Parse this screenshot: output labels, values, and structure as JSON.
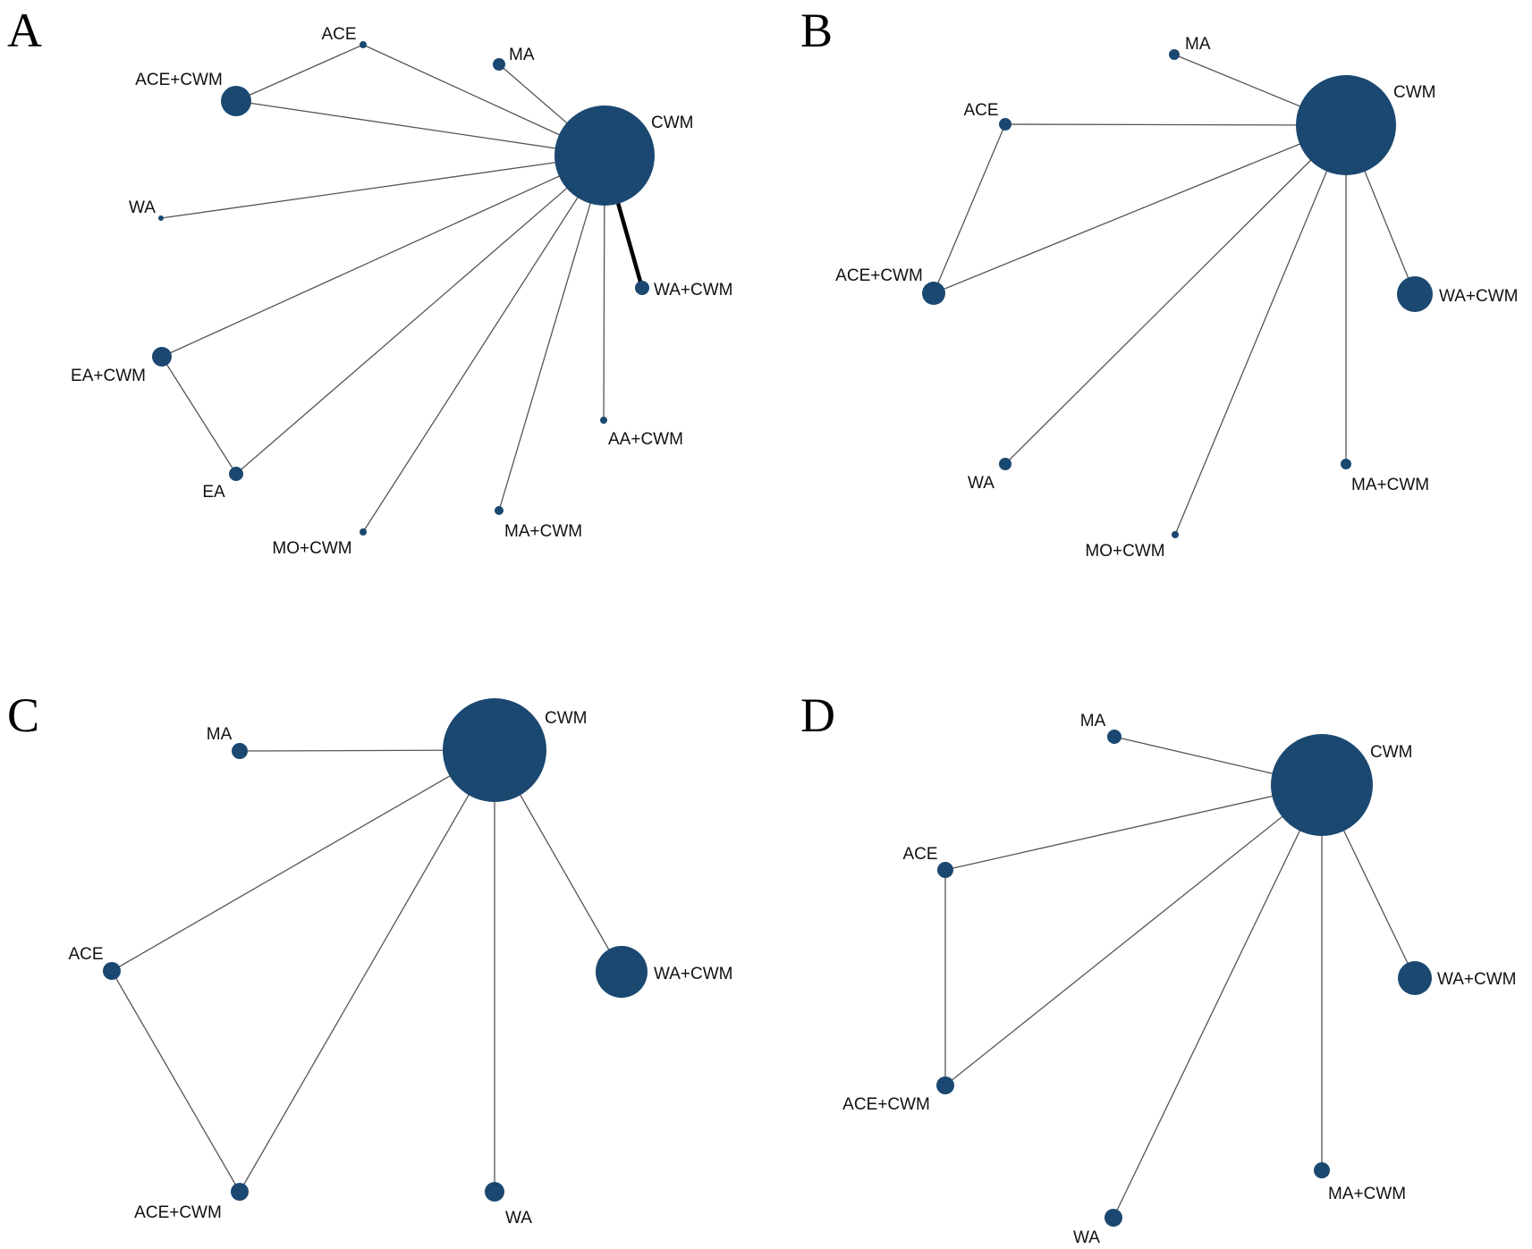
{
  "figure": {
    "node_color": "#1b4870",
    "edge_color": "#555555",
    "thick_edge_color": "#000000",
    "panels": [
      {
        "id": "A",
        "letter": "A",
        "nodes": [
          {
            "id": "CWM",
            "label": "CWM"
          },
          {
            "id": "ACE",
            "label": "ACE"
          },
          {
            "id": "MA",
            "label": "MA"
          },
          {
            "id": "ACE+CWM",
            "label": "ACE+CWM"
          },
          {
            "id": "WA",
            "label": "WA"
          },
          {
            "id": "WA+CWM",
            "label": "WA+CWM"
          },
          {
            "id": "EA+CWM",
            "label": "EA+CWM"
          },
          {
            "id": "AA+CWM",
            "label": "AA+CWM"
          },
          {
            "id": "EA",
            "label": "EA"
          },
          {
            "id": "MA+CWM",
            "label": "MA+CWM"
          },
          {
            "id": "MO+CWM",
            "label": "MO+CWM"
          }
        ],
        "edges": [
          {
            "from": "ACE",
            "to": "ACE+CWM"
          },
          {
            "from": "ACE",
            "to": "CWM"
          },
          {
            "from": "MA",
            "to": "CWM"
          },
          {
            "from": "ACE+CWM",
            "to": "CWM"
          },
          {
            "from": "WA",
            "to": "CWM"
          },
          {
            "from": "WA+CWM",
            "to": "CWM",
            "thick": true
          },
          {
            "from": "EA+CWM",
            "to": "CWM"
          },
          {
            "from": "EA+CWM",
            "to": "EA"
          },
          {
            "from": "EA",
            "to": "CWM"
          },
          {
            "from": "AA+CWM",
            "to": "CWM"
          },
          {
            "from": "MA+CWM",
            "to": "CWM"
          },
          {
            "from": "MO+CWM",
            "to": "CWM"
          }
        ]
      },
      {
        "id": "B",
        "letter": "B",
        "nodes": [
          {
            "id": "CWM",
            "label": "CWM"
          },
          {
            "id": "MA",
            "label": "MA"
          },
          {
            "id": "ACE",
            "label": "ACE"
          },
          {
            "id": "ACE+CWM",
            "label": "ACE+CWM"
          },
          {
            "id": "WA+CWM",
            "label": "WA+CWM"
          },
          {
            "id": "WA",
            "label": "WA"
          },
          {
            "id": "MA+CWM",
            "label": "MA+CWM"
          },
          {
            "id": "MO+CWM",
            "label": "MO+CWM"
          }
        ],
        "edges": [
          {
            "from": "MA",
            "to": "CWM"
          },
          {
            "from": "ACE",
            "to": "CWM"
          },
          {
            "from": "ACE",
            "to": "ACE+CWM"
          },
          {
            "from": "ACE+CWM",
            "to": "CWM"
          },
          {
            "from": "WA+CWM",
            "to": "CWM"
          },
          {
            "from": "WA",
            "to": "CWM"
          },
          {
            "from": "MA+CWM",
            "to": "CWM"
          },
          {
            "from": "MO+CWM",
            "to": "CWM"
          }
        ]
      },
      {
        "id": "C",
        "letter": "C",
        "nodes": [
          {
            "id": "CWM",
            "label": "CWM"
          },
          {
            "id": "MA",
            "label": "MA"
          },
          {
            "id": "ACE",
            "label": "ACE"
          },
          {
            "id": "WA+CWM",
            "label": "WA+CWM"
          },
          {
            "id": "ACE+CWM",
            "label": "ACE+CWM"
          },
          {
            "id": "WA",
            "label": "WA"
          }
        ],
        "edges": [
          {
            "from": "MA",
            "to": "CWM"
          },
          {
            "from": "ACE",
            "to": "CWM"
          },
          {
            "from": "ACE",
            "to": "ACE+CWM"
          },
          {
            "from": "ACE+CWM",
            "to": "CWM"
          },
          {
            "from": "WA",
            "to": "CWM"
          },
          {
            "from": "WA+CWM",
            "to": "CWM"
          }
        ]
      },
      {
        "id": "D",
        "letter": "D",
        "nodes": [
          {
            "id": "CWM",
            "label": "CWM"
          },
          {
            "id": "MA",
            "label": "MA"
          },
          {
            "id": "ACE",
            "label": "ACE"
          },
          {
            "id": "WA+CWM",
            "label": "WA+CWM"
          },
          {
            "id": "ACE+CWM",
            "label": "ACE+CWM"
          },
          {
            "id": "MA+CWM",
            "label": "MA+CWM"
          },
          {
            "id": "WA",
            "label": "WA"
          }
        ],
        "edges": [
          {
            "from": "MA",
            "to": "CWM"
          },
          {
            "from": "ACE",
            "to": "CWM"
          },
          {
            "from": "ACE",
            "to": "ACE+CWM"
          },
          {
            "from": "ACE+CWM",
            "to": "CWM"
          },
          {
            "from": "WA+CWM",
            "to": "CWM"
          },
          {
            "from": "MA+CWM",
            "to": "CWM"
          },
          {
            "from": "WA",
            "to": "CWM"
          }
        ]
      }
    ]
  }
}
